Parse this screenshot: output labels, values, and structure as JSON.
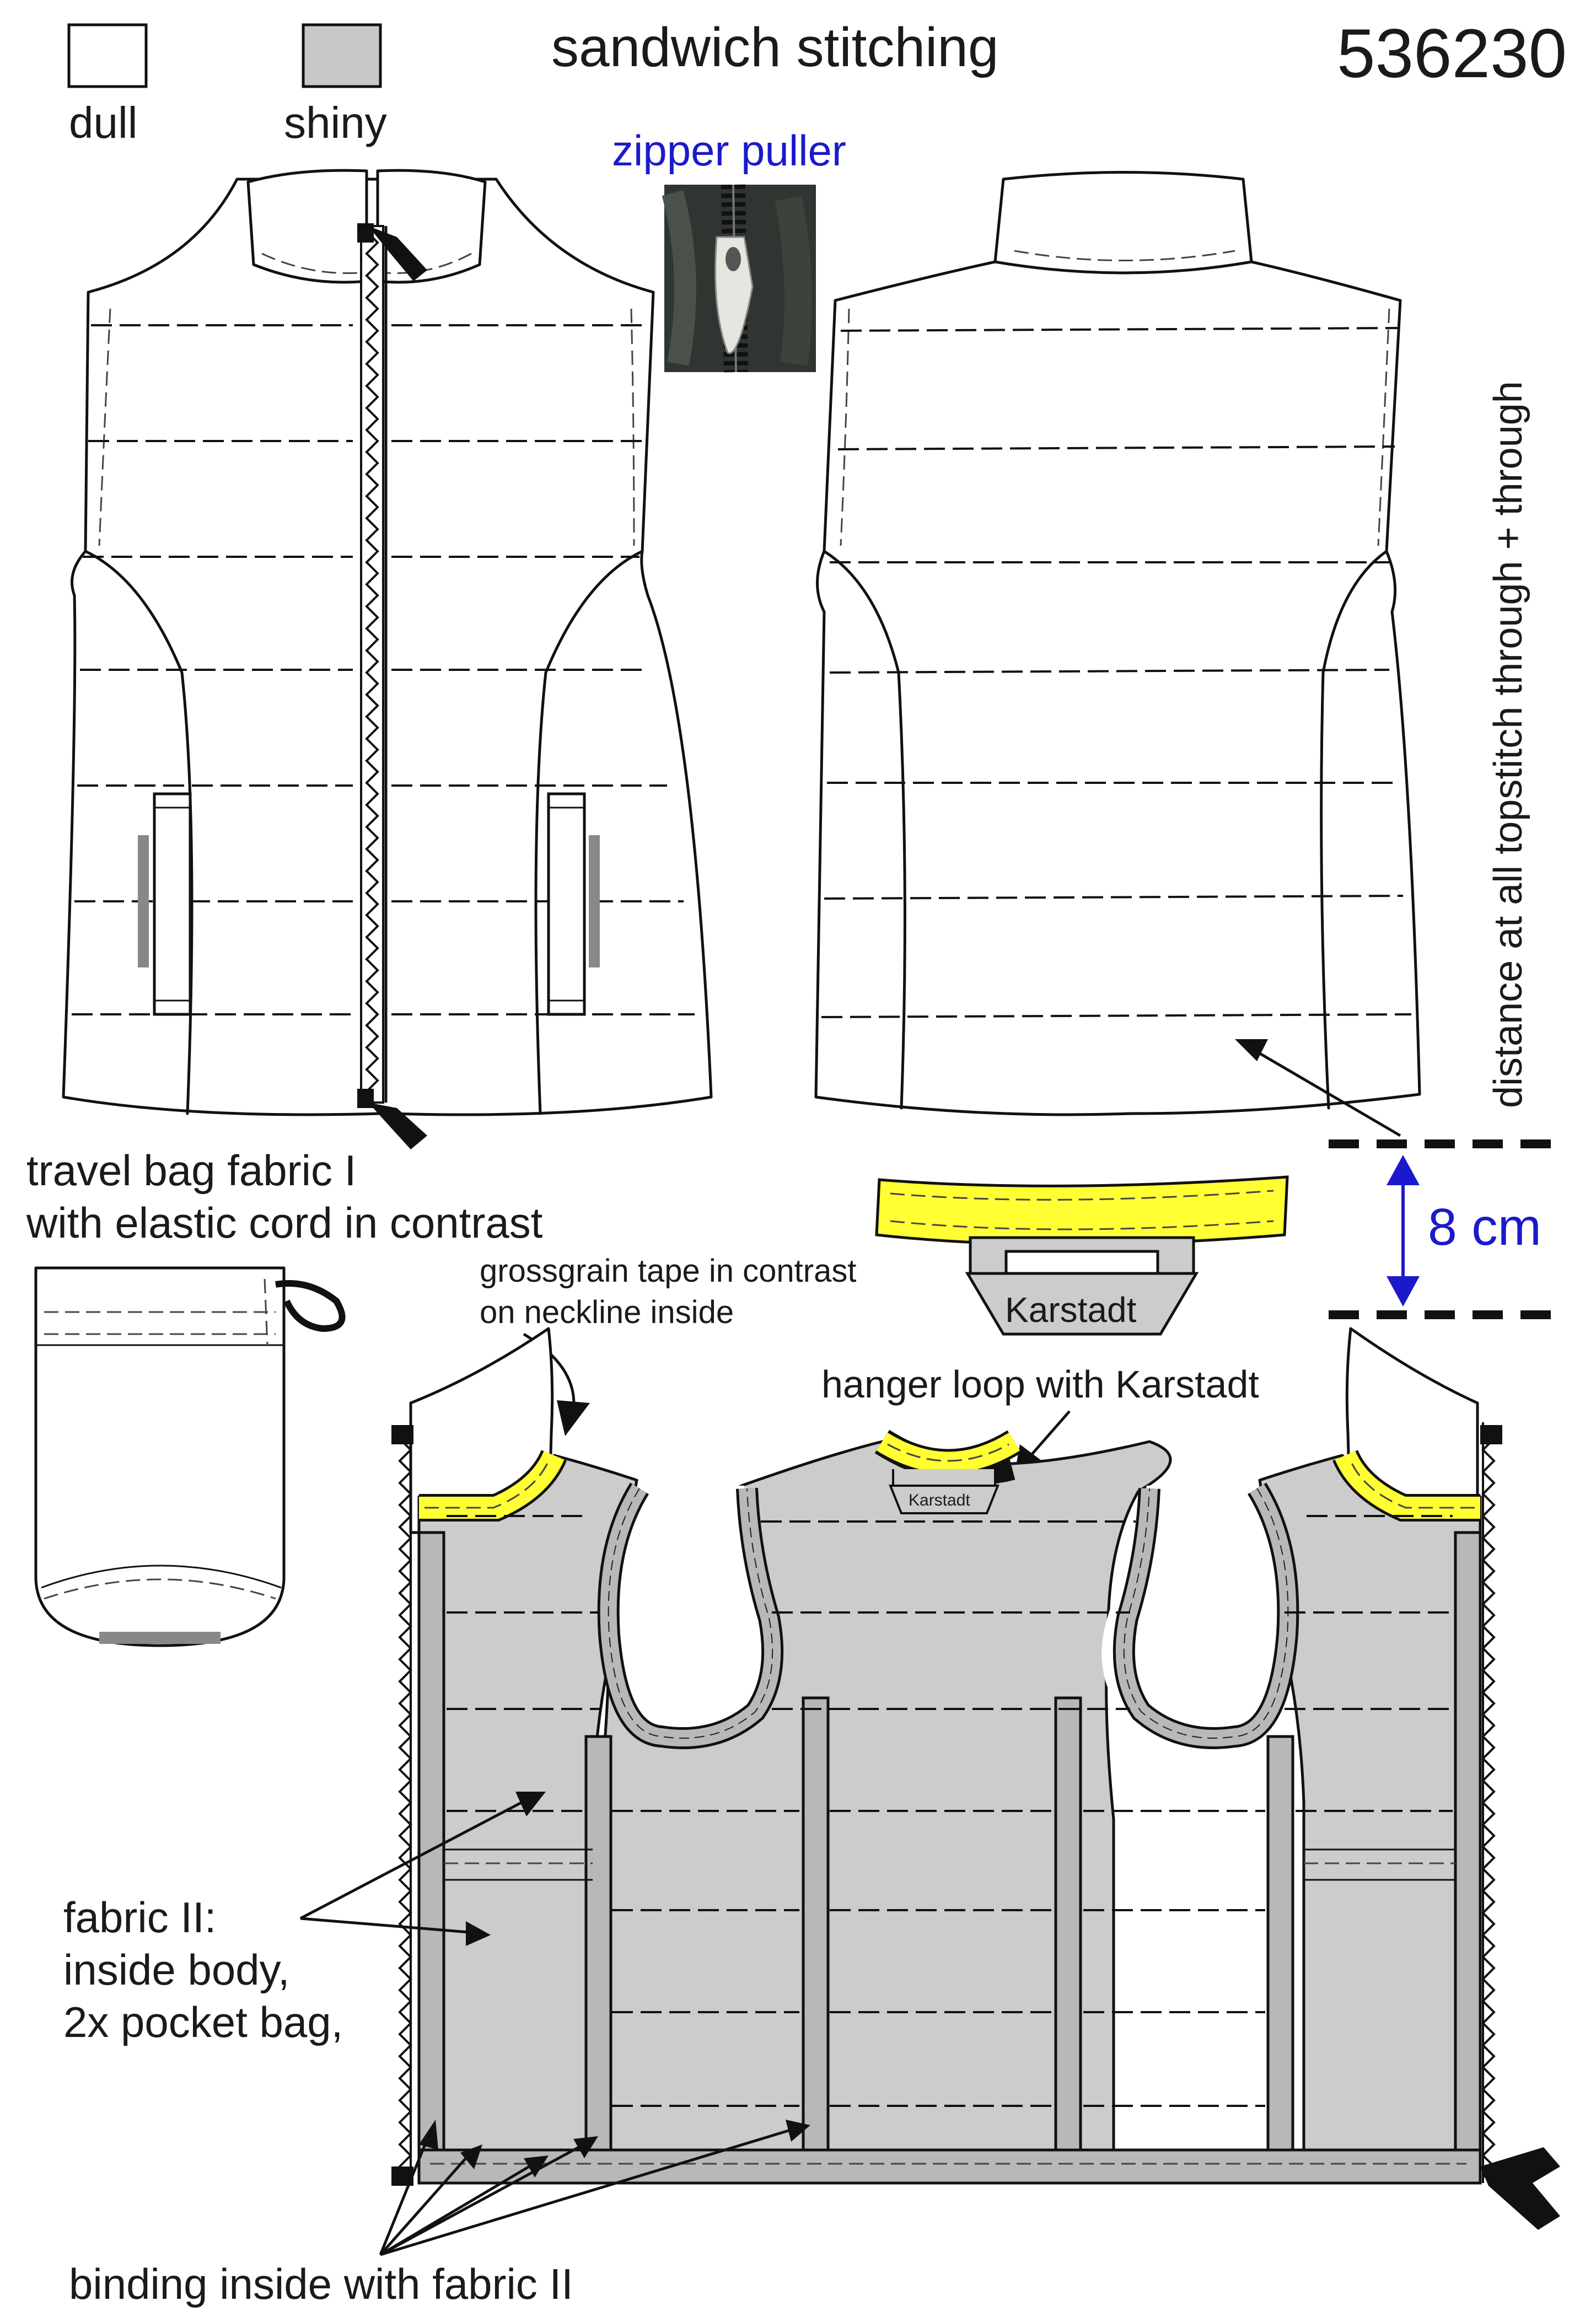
{
  "header": {
    "legend_dull": "dull",
    "legend_shiny": "shiny",
    "title": "sandwich stitching",
    "style_number": "536230"
  },
  "colors": {
    "dull": "#ffffff",
    "shiny": "#c8c8c8",
    "tape": "#ffff33",
    "annotation_blue": "#1a1acc"
  },
  "callouts": {
    "zipper_puller": "zipper puller",
    "stitch_distance": "distance at all topstitch through + through",
    "measurement": "8 cm",
    "travel_bag_line1": "travel bag fabric I",
    "travel_bag_line2": "with elastic cord in contrast",
    "grosgrain_line1": "grossgrain tape in contrast",
    "grosgrain_line2": "on neckline inside",
    "hanger_loop": "hanger loop with Karstadt",
    "fabric2_line1": "fabric II:",
    "fabric2_line2": "inside body,",
    "fabric2_line3": "2x pocket bag,",
    "binding": "binding inside with fabric II"
  },
  "labels": {
    "brand_large": "Karstadt",
    "brand_small": "Karstadt"
  },
  "icons": [
    "zipper-photo",
    "vest-front",
    "vest-back",
    "vest-inside",
    "travel-bag",
    "hanger-loop"
  ]
}
